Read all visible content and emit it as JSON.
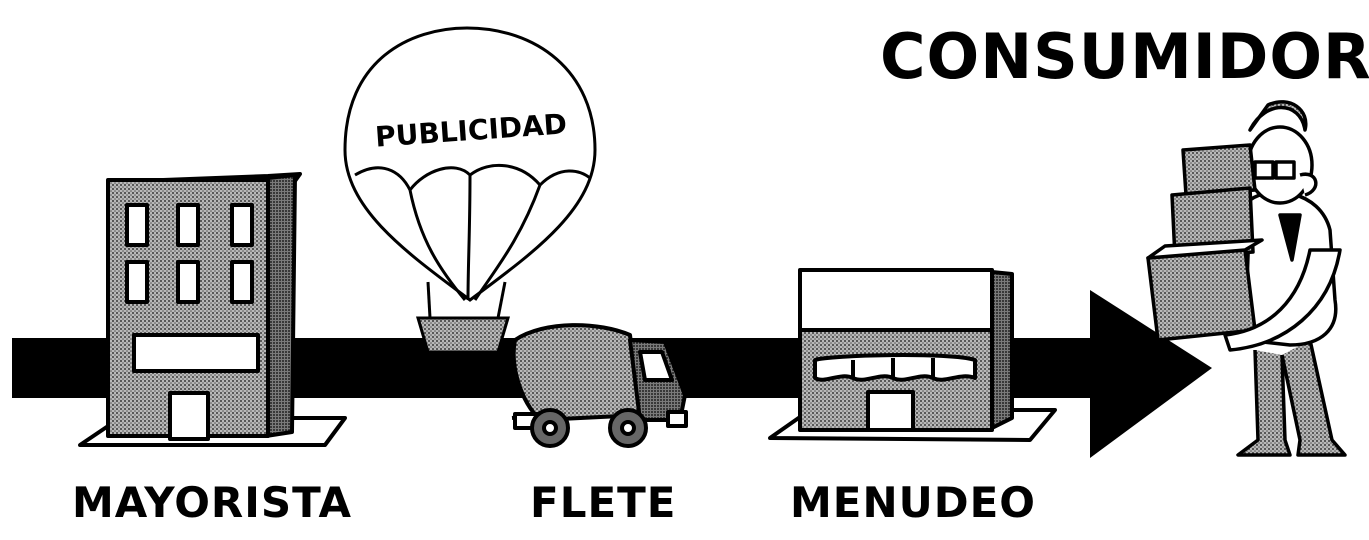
{
  "labels": {
    "consumer": "CONSUMIDOR",
    "advertising": "PUBLICIDAD",
    "wholesaler": "MAYORISTA",
    "freight": "FLETE",
    "retail": "MENUDEO"
  },
  "colors": {
    "ink": "#000000",
    "halftone": "#8a8a8a",
    "background": "#ffffff"
  },
  "icons": [
    "building-icon",
    "hot-air-balloon-icon",
    "delivery-truck-icon",
    "storefront-icon",
    "consumer-carrying-boxes-icon",
    "flow-arrow"
  ]
}
